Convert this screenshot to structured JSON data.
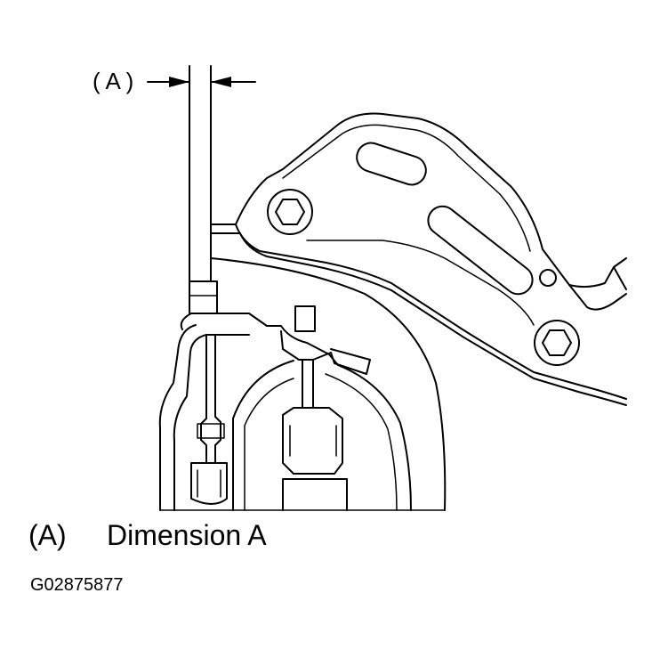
{
  "callout": {
    "label": "( A )"
  },
  "legend": {
    "key": "(A)",
    "description": "Dimension A"
  },
  "figure_id": "G02875877"
}
